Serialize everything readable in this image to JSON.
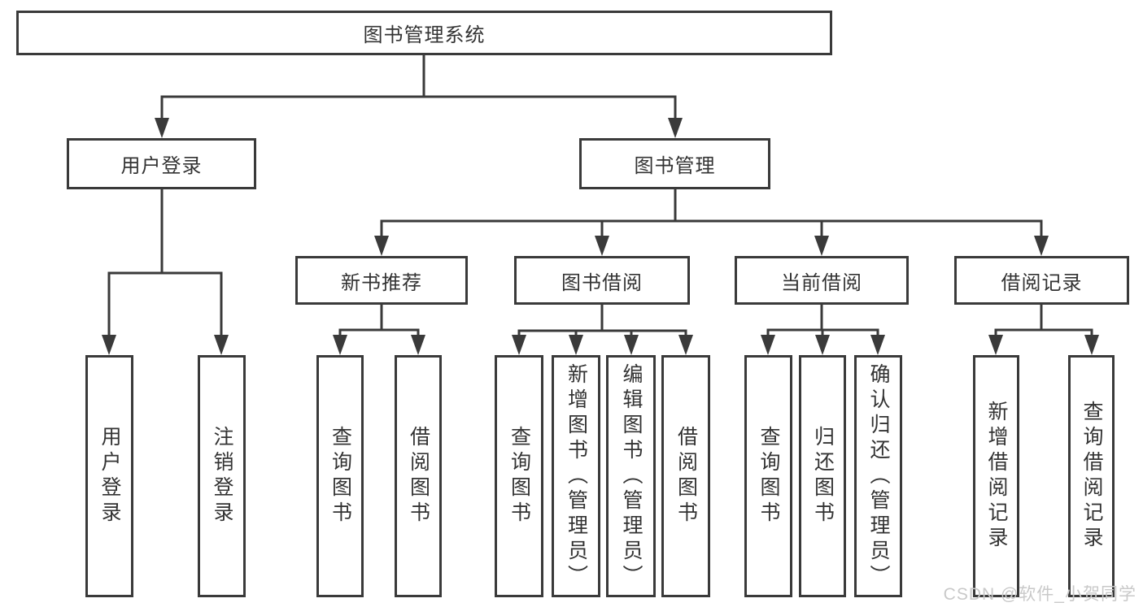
{
  "diagram": {
    "root": {
      "label": "图书管理系统"
    },
    "branches": [
      {
        "label": "用户登录",
        "leaves": [
          {
            "label": "用户登录"
          },
          {
            "label": "注销登录"
          }
        ]
      },
      {
        "label": "图书管理",
        "groups": [
          {
            "label": "新书推荐",
            "leaves": [
              {
                "label": "查询图书"
              },
              {
                "label": "借阅图书"
              }
            ]
          },
          {
            "label": "图书借阅",
            "leaves": [
              {
                "label": "查询图书"
              },
              {
                "label": "新增图书（管理员）"
              },
              {
                "label": "编辑图书（管理员）"
              },
              {
                "label": "借阅图书"
              }
            ]
          },
          {
            "label": "当前借阅",
            "leaves": [
              {
                "label": "查询图书"
              },
              {
                "label": "归还图书"
              },
              {
                "label": "确认归还（管理员）"
              }
            ]
          },
          {
            "label": "借阅记录",
            "leaves": [
              {
                "label": "新增借阅记录"
              },
              {
                "label": "查询借阅记录"
              }
            ]
          }
        ]
      }
    ]
  },
  "watermark": {
    "text": "CSDN @软件_小贺同学"
  },
  "colors": {
    "line": "#3a3a3a",
    "box_border": "#3a3a3a",
    "text": "#333333",
    "background": "#ffffff",
    "watermark": "#c9c9c9"
  }
}
